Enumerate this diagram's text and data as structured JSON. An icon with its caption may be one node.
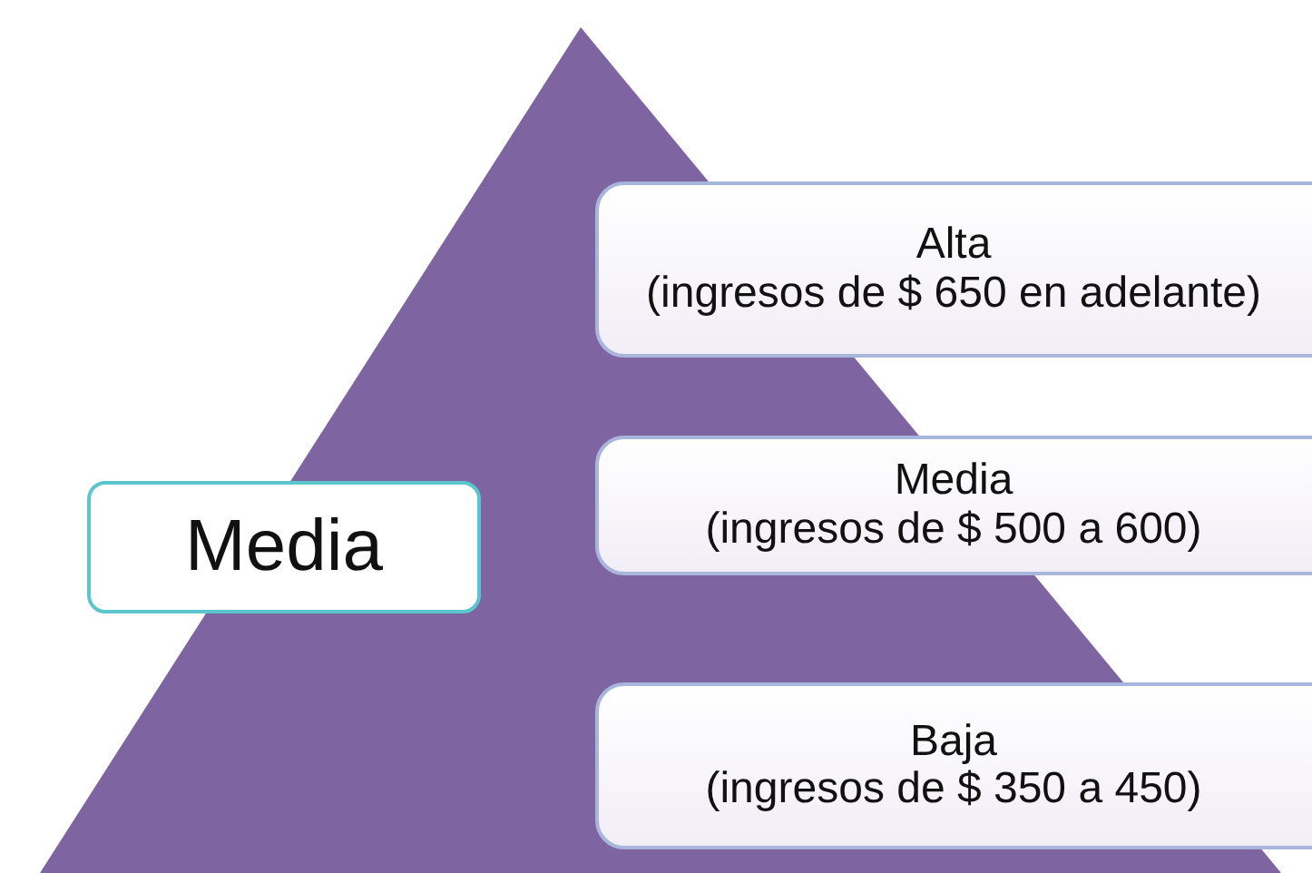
{
  "diagram": {
    "nodes": [
      {
        "text": [
          "Media"
        ]
      },
      {
        "text": [
          "Alta",
          "(ingresos de $ 650 en adelante)"
        ]
      },
      {
        "text": [
          "Media",
          "(ingresos de $ 500 a 600)"
        ]
      },
      {
        "text": [
          "Baja",
          "(ingresos de $ 350 a 450)"
        ]
      }
    ],
    "edges": []
  }
}
